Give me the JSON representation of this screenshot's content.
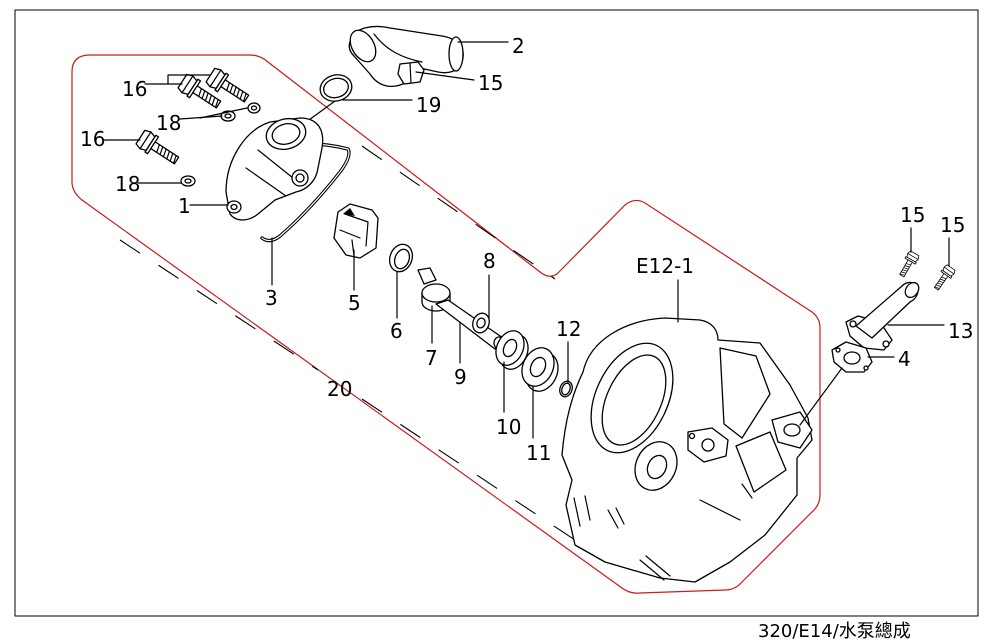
{
  "colors": {
    "line": "#000000",
    "boundary": "#cc1a1a",
    "background": "#ffffff"
  },
  "callouts": {
    "part_2": "2",
    "part_15_clamp": "15",
    "part_19": "19",
    "part_16_upper": "16",
    "part_18_upper": "18",
    "part_16_lower": "16",
    "part_18_lower": "18",
    "part_1": "1",
    "part_3": "3",
    "part_5": "5",
    "part_6": "6",
    "part_7": "7",
    "part_8": "8",
    "part_9": "9",
    "part_10": "10",
    "part_11": "11",
    "part_12": "12",
    "assembly_e12_1": "E12-1",
    "part_15_bolt_left": "15",
    "part_15_bolt_right": "15",
    "part_13": "13",
    "part_4": "4",
    "group_20": "20"
  },
  "footer": {
    "code": "320/E14/水泵總成"
  }
}
